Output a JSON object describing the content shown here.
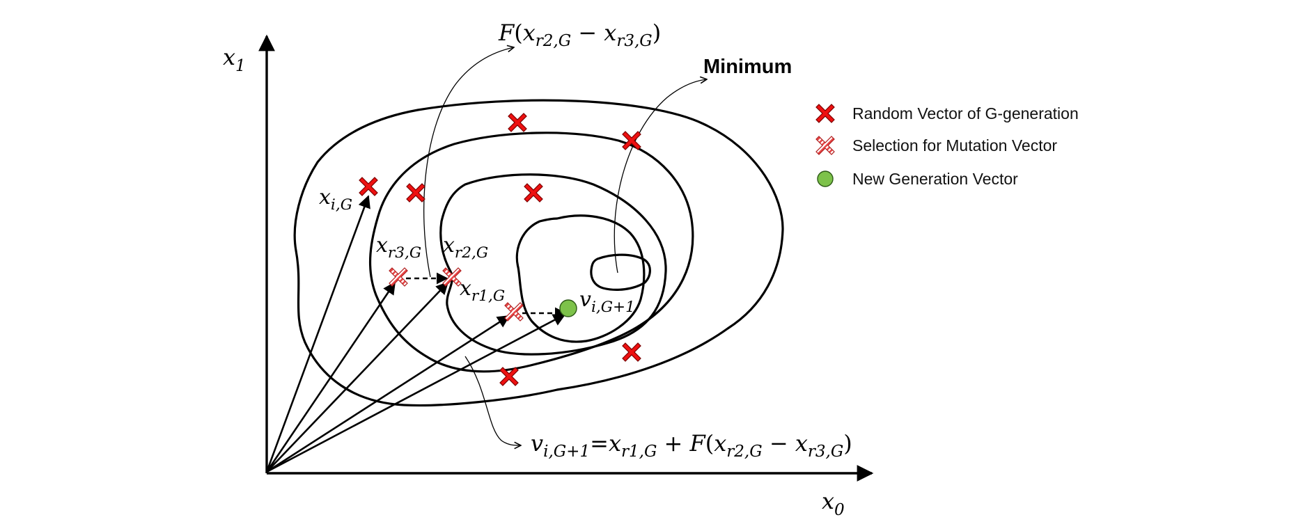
{
  "axes": {
    "y_label": {
      "base": "x",
      "sub": "1"
    },
    "x_label": {
      "base": "x",
      "sub": "0"
    }
  },
  "annotations": {
    "minimum": "Minimum",
    "diff_formula": {
      "F": "F",
      "open": "(",
      "a": "x",
      "a_sub": "r2,G",
      "minus": " − ",
      "b": "x",
      "b_sub": "r3,G",
      "close": ")"
    },
    "update_formula": {
      "v": "v",
      "v_sub": "i,G+1",
      "eq": "=",
      "x1": "x",
      "x1_sub": "r1,G",
      "plus": " + ",
      "F": "F",
      "open": "(",
      "x2": "x",
      "x2_sub": "r2,G",
      "minus": " − ",
      "x3": "x",
      "x3_sub": "r3,G",
      "close": ")"
    }
  },
  "point_labels": {
    "xiG": {
      "base": "x",
      "sub": "i,G"
    },
    "xr3": {
      "base": "x",
      "sub": "r3,G"
    },
    "xr2": {
      "base": "x",
      "sub": "r2,G"
    },
    "xr1": {
      "base": "x",
      "sub": "r1,G"
    },
    "v": {
      "base": "v",
      "sub": "i,G+1"
    }
  },
  "legend": [
    {
      "label": "Random Vector of G-generation",
      "icon": "red-x-marker-icon"
    },
    {
      "label": "Selection for Mutation Vector",
      "icon": "hatched-x-marker-icon"
    },
    {
      "label": "New Generation Vector",
      "icon": "green-circle-marker-icon"
    }
  ],
  "colors": {
    "random_marker": "#ee1111",
    "selection_marker": "#e84545",
    "new_vector": "#7dc24a"
  }
}
